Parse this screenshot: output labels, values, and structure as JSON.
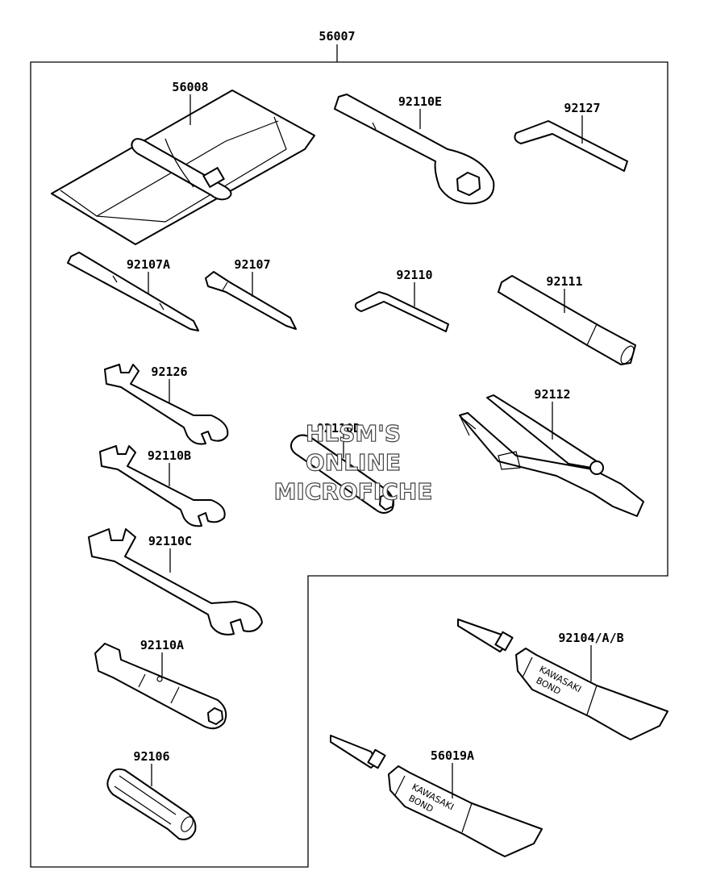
{
  "labels": {
    "kit": "56007",
    "case": "56008",
    "ring_wrench": "92110E",
    "hex_key_large": "92127",
    "screwdriver_double": "92107A",
    "screwdriver": "92107",
    "hex_key_small": "92110",
    "extension_bar": "92111",
    "wrench_small": "92126",
    "wrench_medium": "92110B",
    "wrench_large": "92110C",
    "socket_wrench": "92110A",
    "grip": "92106",
    "pliers": "92112",
    "bond_104": "92104/A/B",
    "bond_019": "56019A",
    "center_part": "92110D"
  },
  "tube_brand_line1": "KAWASAKI",
  "tube_brand_line2": "BOND",
  "watermark": {
    "line1": "HLSM'S",
    "line2": "ONLINE",
    "line3": "MICROFICHE"
  }
}
